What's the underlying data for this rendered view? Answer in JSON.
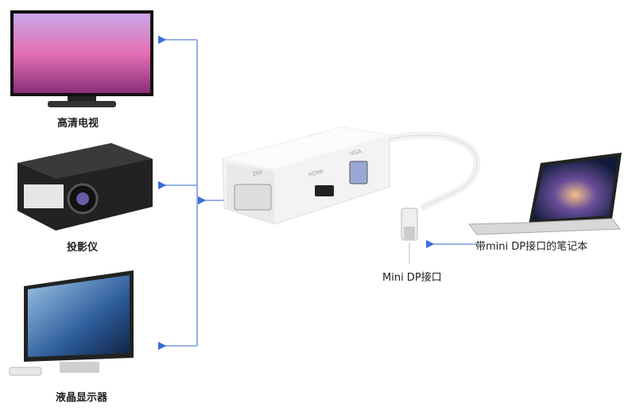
{
  "devices": {
    "tv": {
      "label": "高清电视"
    },
    "projector": {
      "label": "投影仪"
    },
    "monitor": {
      "label": "液晶显示器"
    },
    "laptop": {
      "label": "带mini DP接口的笔记本"
    }
  },
  "adapter": {
    "ports": [
      "DVI",
      "HDMI",
      "VGA"
    ],
    "connector_label": "Mini DP接口"
  },
  "colors": {
    "arrow": "#3b6fd6",
    "line": "#5b86d8"
  }
}
